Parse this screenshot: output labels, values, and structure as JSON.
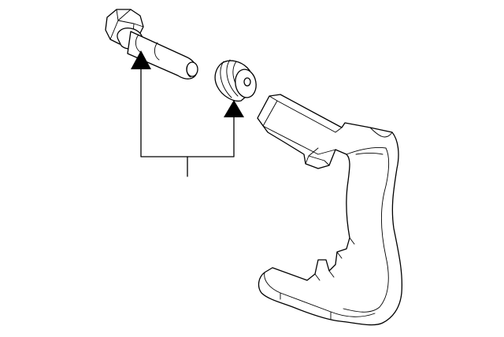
{
  "colors": {
    "background": "#ffffff",
    "line": "#000000",
    "arrow": "#000000"
  },
  "parts": [
    {
      "name": "guide-pin-bolt"
    },
    {
      "name": "guide-pin-boot"
    },
    {
      "name": "caliper-support-bracket"
    }
  ]
}
